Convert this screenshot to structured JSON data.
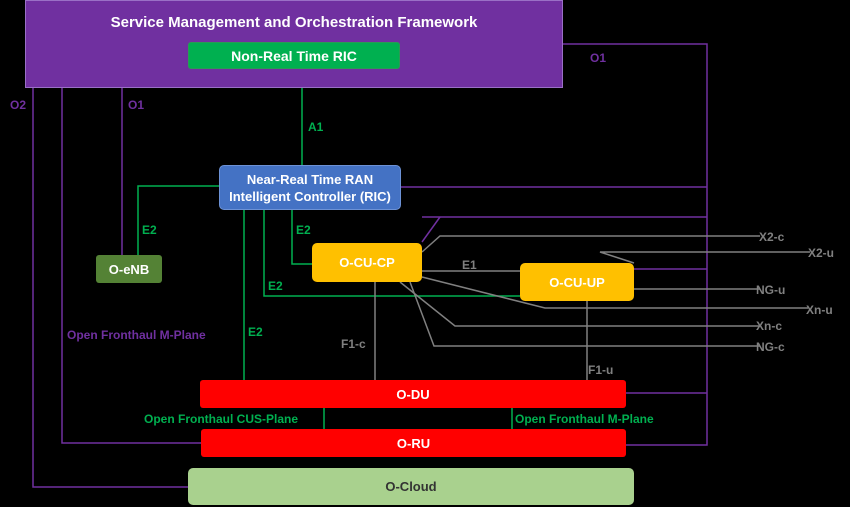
{
  "nodes": {
    "smo": "Service Management and Orchestration Framework",
    "non_rt_ric": "Non-Real Time RIC",
    "near_rt_ric_line1": "Near-Real Time RAN",
    "near_rt_ric_line2": "Intelligent Controller (RIC)",
    "o_enb": "O-eNB",
    "o_cu_cp": "O-CU-CP",
    "o_cu_up": "O-CU-UP",
    "o_du": "O-DU",
    "o_ru": "O-RU",
    "o_cloud": "O-Cloud"
  },
  "interfaces": {
    "o1_right": "O1",
    "o2": "O2",
    "o1_left": "O1",
    "a1": "A1",
    "e2_enb": "E2",
    "e2_cucp": "E2",
    "e2_cuup": "E2",
    "e2_du": "E2",
    "e1": "E1",
    "f1c": "F1-c",
    "f1u": "F1-u",
    "x2c": "X2-c",
    "x2u": "X2-u",
    "ngu": "NG-u",
    "xnu": "Xn-u",
    "xnc": "Xn-c",
    "ngc": "NG-c",
    "fh_mplane_left": "Open Fronthaul M-Plane",
    "fh_cus_plane": "Open Fronthaul CUS-Plane",
    "fh_mplane_right": "Open Fronthaul M-Plane"
  },
  "colors": {
    "smo": "#7030a0",
    "non_rt_ric": "#00b050",
    "near_rt_ric": "#4472c4",
    "o_enb": "#548235",
    "o_cu": "#ffc000",
    "o_du_ru": "#ff0000",
    "o_cloud": "#a9d18e",
    "line_purple": "#7030a0",
    "line_green": "#00b050",
    "line_gray": "#808080"
  }
}
